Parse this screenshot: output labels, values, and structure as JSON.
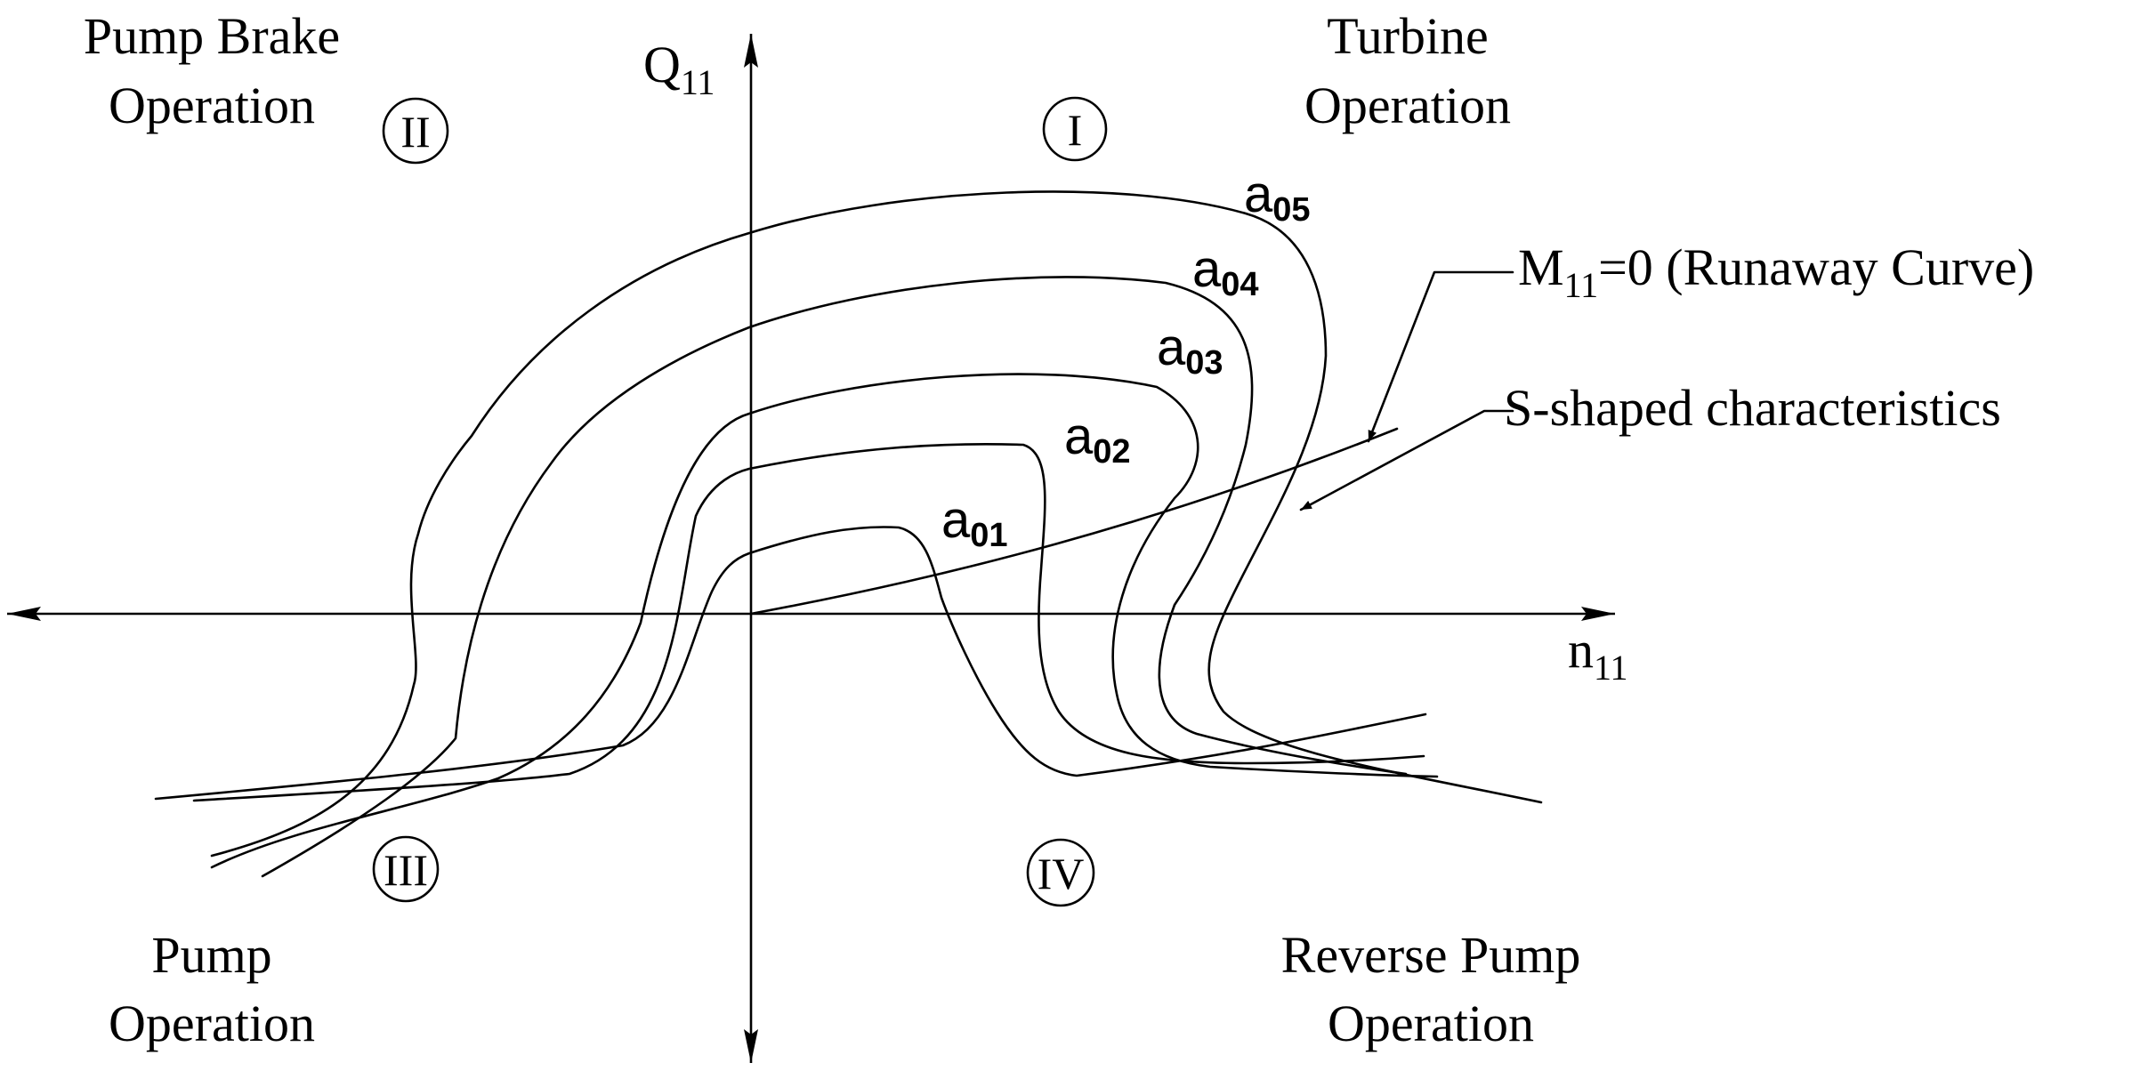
{
  "axes": {
    "y_main": "Q",
    "y_sub": "11",
    "x_main": "n",
    "x_sub": "11"
  },
  "quadrants": [
    {
      "numeral": "I",
      "line1": "Turbine",
      "line2": "Operation"
    },
    {
      "numeral": "II",
      "line1": "Pump Brake",
      "line2": "Operation"
    },
    {
      "numeral": "III",
      "line1": "Pump",
      "line2": "Operation"
    },
    {
      "numeral": "IV",
      "line1": "Reverse  Pump",
      "line2": "Operation"
    }
  ],
  "curves": [
    {
      "main": "a",
      "sub": "01"
    },
    {
      "main": "a",
      "sub": "02"
    },
    {
      "main": "a",
      "sub": "03"
    },
    {
      "main": "a",
      "sub": "04"
    },
    {
      "main": "a",
      "sub": "05"
    }
  ],
  "annotations": {
    "runaway_main": "M",
    "runaway_sub": "11",
    "runaway_rest": "=0 (Runaway Curve)",
    "s_shaped": "S-shaped characteristics"
  }
}
